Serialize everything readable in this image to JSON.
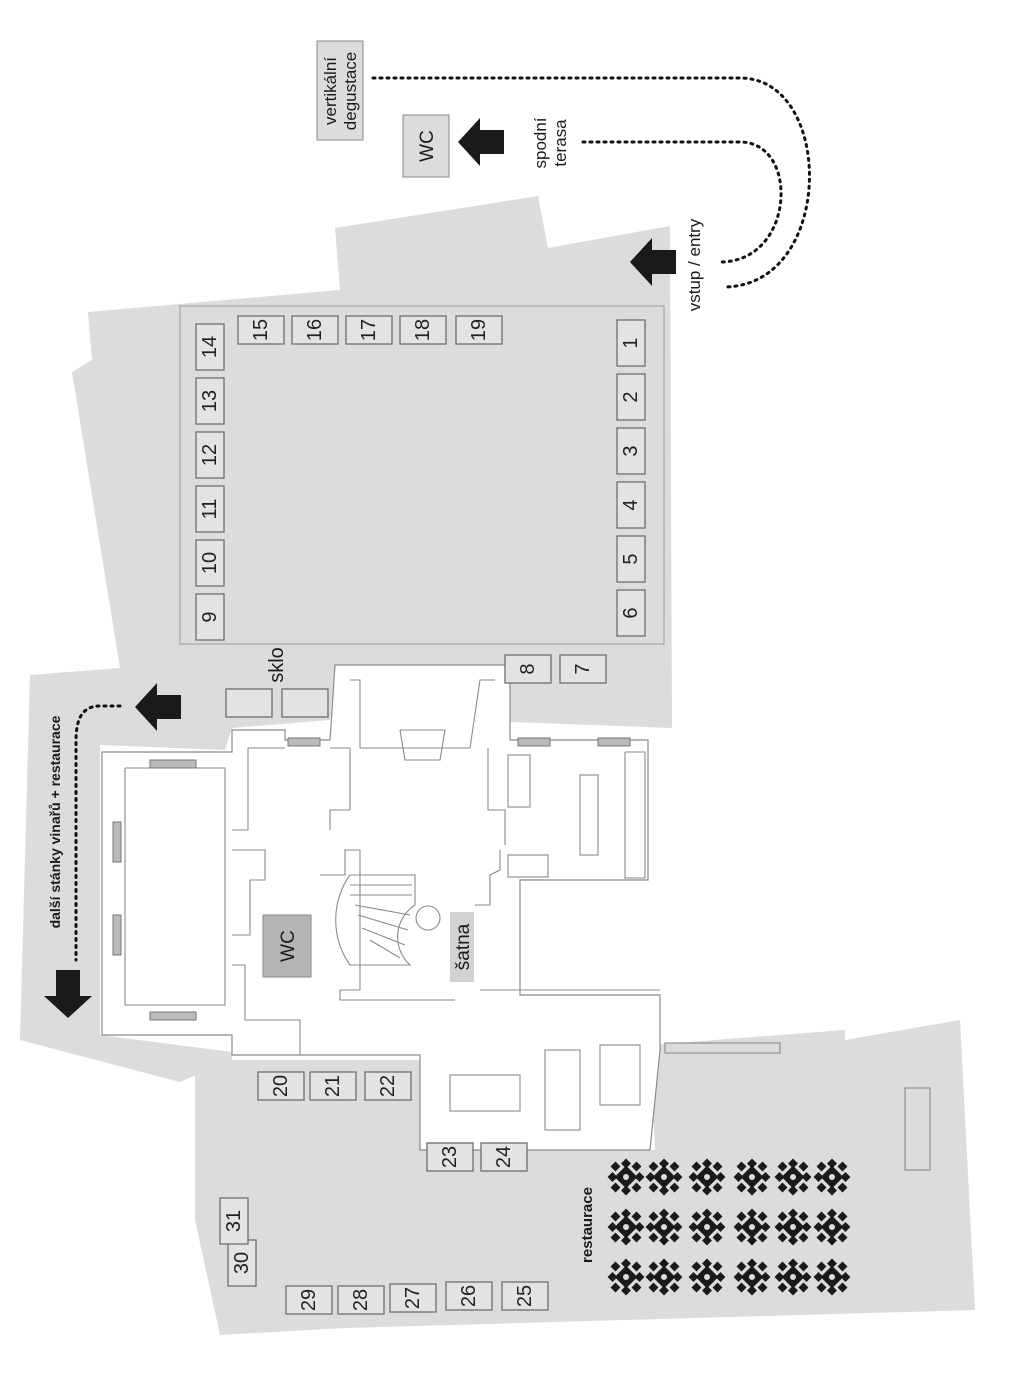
{
  "labels": {
    "vertical_tasting": [
      "vertikální",
      "degustace"
    ],
    "wc_top": "WC",
    "lower_terrace": [
      "spodní",
      "terasa"
    ],
    "entry": "vstup / entry",
    "glass": "sklo",
    "more_stands": "další stánky vinařů + restaurace",
    "wc_inner": "WC",
    "cloakroom": "šatna",
    "restaurant": "restaurace"
  },
  "booths": [
    "1",
    "2",
    "3",
    "4",
    "5",
    "6",
    "7",
    "8",
    "9",
    "10",
    "11",
    "12",
    "13",
    "14",
    "15",
    "16",
    "17",
    "18",
    "19",
    "20",
    "21",
    "22",
    "23",
    "24",
    "25",
    "26",
    "27",
    "28",
    "29",
    "30",
    "31"
  ],
  "icons": {
    "arrow": "arrow-left-icon",
    "table": "table-with-chairs-icon"
  },
  "colors": {
    "floor": "#dcdcdc",
    "booth": "#e3e3e3",
    "arrow": "#1a1a1a",
    "walls": "#ffffff"
  }
}
